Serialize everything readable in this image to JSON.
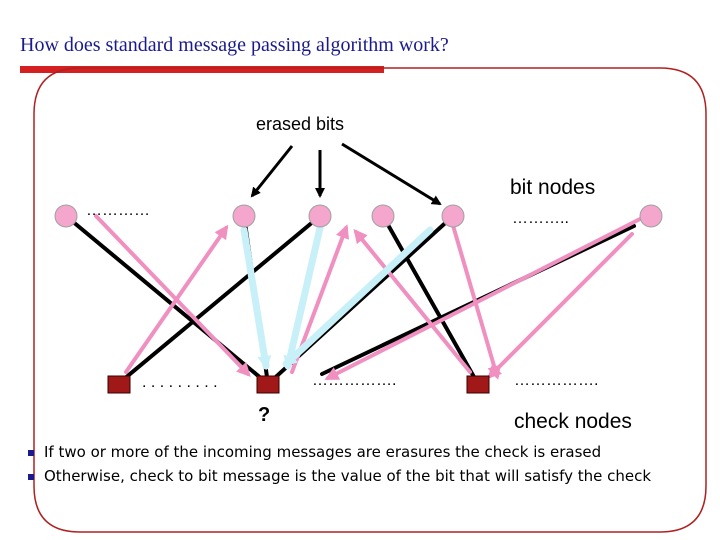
{
  "title": "How does standard message passing algorithm work?",
  "labels": {
    "erased_bits": "erased bits",
    "bit_nodes": "bit nodes",
    "check_nodes": "check nodes",
    "question": "?",
    "dots_bits_left": "…………",
    "dots_bits_right": "………..",
    "dots_checks_1": ". . . . . . . . .",
    "dots_checks_2": "…………….",
    "dots_checks_3": "……………."
  },
  "bullets": [
    "If two or more of the incoming messages are erasures the check is erased",
    "Otherwise, check to bit message is the value of the bit that will satisfy the check"
  ],
  "colors": {
    "bit_node": "#f4a6cc",
    "check_node": "#a01818",
    "edge_black": "#000000",
    "edge_pink": "#f090c0",
    "edge_cyan": "#c8f0f8",
    "title_text": "#1a1a8c",
    "title_bar": "#d42020",
    "frame": "#b02020"
  }
}
